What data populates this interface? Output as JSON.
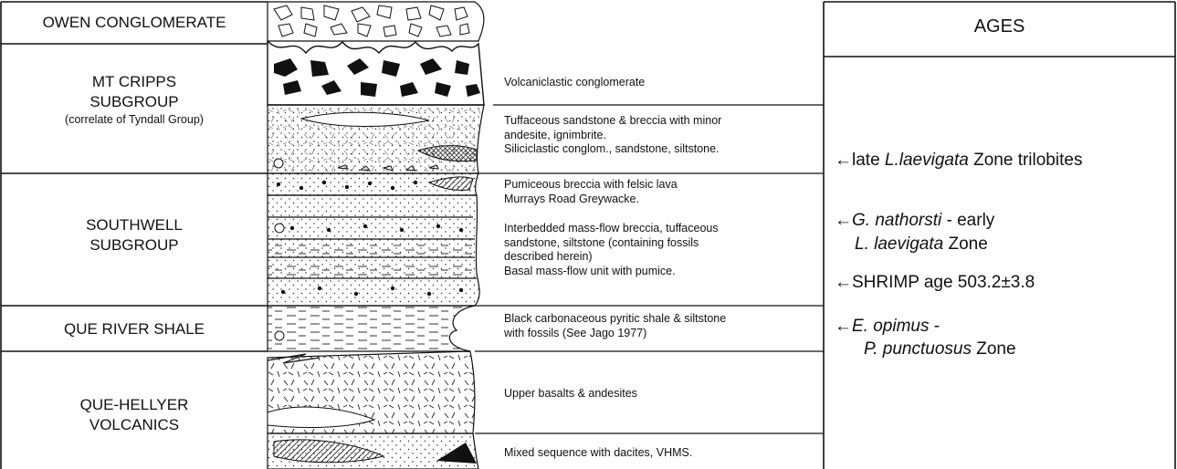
{
  "units": [
    {
      "id": "owen",
      "line1": "OWEN CONGLOMERATE",
      "line2": "",
      "sub": ""
    },
    {
      "id": "mtcripps",
      "line1": "MT CRIPPS",
      "line2": "SUBGROUP",
      "sub": "(correlate of Tyndall Group)"
    },
    {
      "id": "southwell",
      "line1": "SOUTHWELL",
      "line2": "SUBGROUP",
      "sub": ""
    },
    {
      "id": "queriver",
      "line1": "QUE RIVER SHALE",
      "line2": "",
      "sub": ""
    },
    {
      "id": "quehellyer",
      "line1": "QUE-HELLYER",
      "line2": "VOLCANICS",
      "sub": ""
    }
  ],
  "descriptions": {
    "volc_cong": "Volcaniclastic conglomerate",
    "tuff_1": "Tuffaceous sandstone & breccia with minor",
    "tuff_2": "andesite, ignimbrite.",
    "tuff_3": "Siliciclastic conglom., sandstone, siltstone.",
    "pum_1": "Pumiceous breccia with felsic lava",
    "pum_2": "Murrays Road Greywacke.",
    "inter_1": "Interbedded mass-flow breccia, tuffaceous",
    "inter_2": "sandstone, siltstone (containing fossils",
    "inter_3": "described herein)",
    "basal": "Basal mass-flow unit with pumice.",
    "shale_1": "Black carbonaceous pyritic shale & siltstone",
    "shale_2": "with fossils (See Jago 1977)",
    "upper_basalts": "Upper basalts & andesites",
    "mixed": "Mixed sequence with dacites, VHMS."
  },
  "ages": {
    "title": "AGES",
    "arrow": "←",
    "a1_pre": "late ",
    "a1_it": "L.laevigata",
    "a1_post": " Zone trilobites",
    "a2_it": "G. nathorsti",
    "a2_post": " - early",
    "a2b_it": "L. laevigata",
    "a2b_post": " Zone",
    "a3": "SHRIMP age 503.2±3.8",
    "a4_it": "E. opimus",
    "a4_post": " -",
    "a4b_it": "P. punctuosus",
    "a4b_post": " Zone"
  },
  "colors": {
    "line": "#111111",
    "clast": "#111111"
  }
}
